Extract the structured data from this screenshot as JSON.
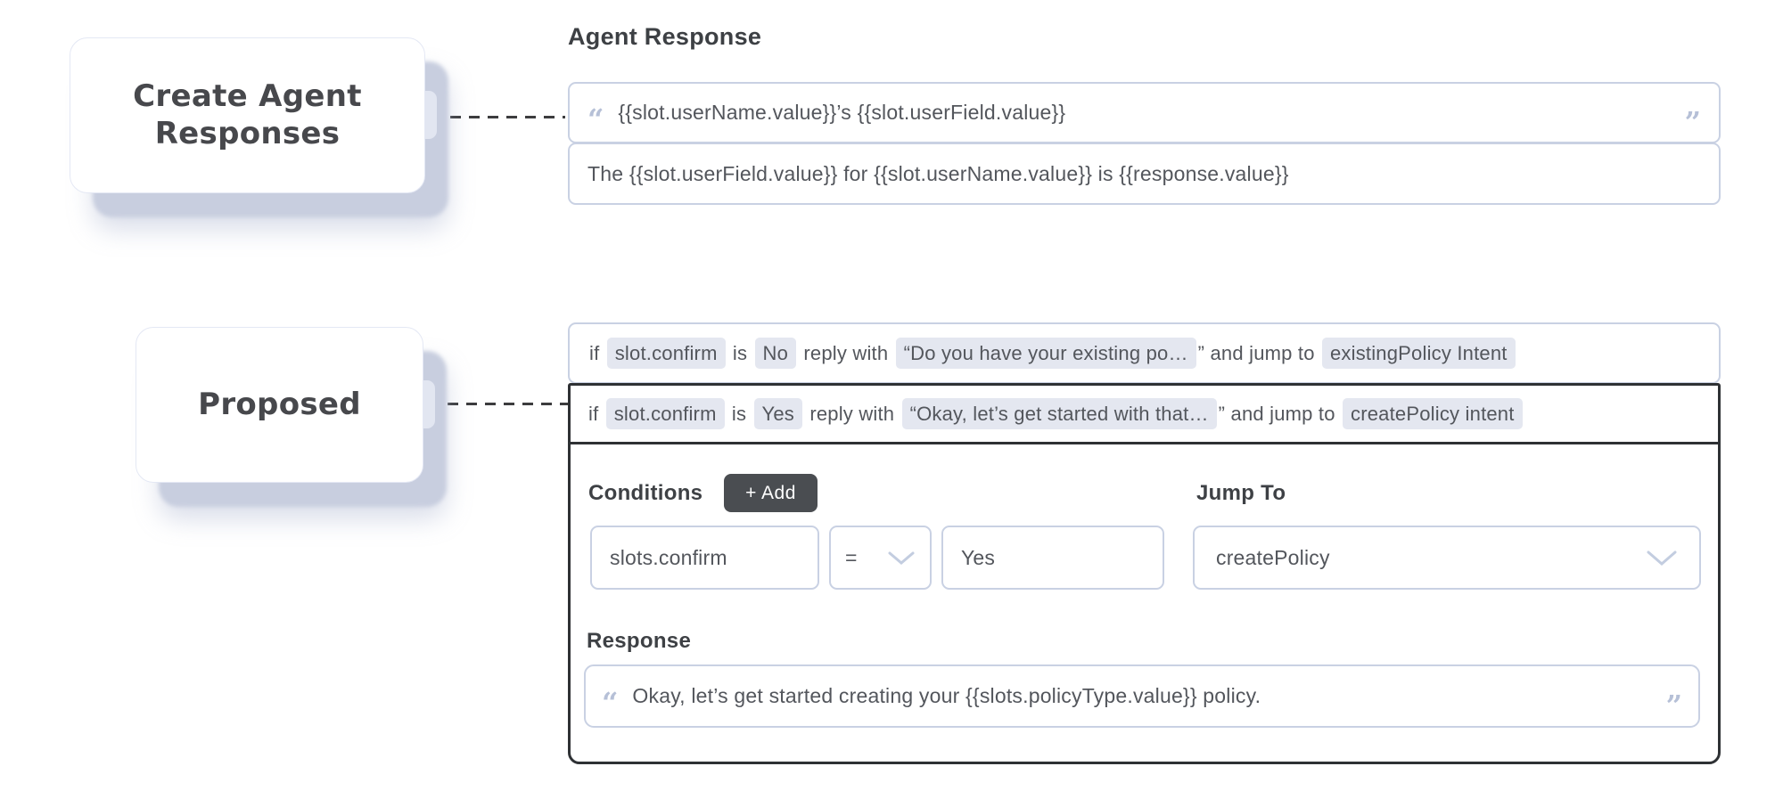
{
  "top_flow": {
    "card_title": "Create Agent Responses",
    "header": "Agent Response",
    "responses": [
      "{{slot.userName.value}}’s {{slot.userField.value}}",
      "The {{slot.userField.value}} for {{slot.userName.value}} is {{response.value}}"
    ]
  },
  "bottom_flow": {
    "card_title": "Proposed",
    "rules": [
      {
        "segments": [
          {
            "type": "text",
            "text": "if "
          },
          {
            "type": "chip",
            "text": "slot.confirm"
          },
          {
            "type": "text",
            "text": " is "
          },
          {
            "type": "chip",
            "text": "No"
          },
          {
            "type": "text",
            "text": " reply with "
          },
          {
            "type": "chip",
            "text": "“Do you have your existing po…"
          },
          {
            "type": "text",
            "text": "” and jump to "
          },
          {
            "type": "chip",
            "text": "existingPolicy Intent"
          }
        ]
      },
      {
        "segments": [
          {
            "type": "text",
            "text": "if "
          },
          {
            "type": "chip",
            "text": "slot.confirm"
          },
          {
            "type": "text",
            "text": " is "
          },
          {
            "type": "chip",
            "text": "Yes"
          },
          {
            "type": "text",
            "text": " reply with "
          },
          {
            "type": "chip",
            "text": "“Okay, let’s get started with that…"
          },
          {
            "type": "text",
            "text": "” and jump to "
          },
          {
            "type": "chip",
            "text": "createPolicy intent"
          }
        ]
      }
    ],
    "editor": {
      "conditions_label": "Conditions",
      "add_button_label": "+ Add",
      "condition": {
        "field": "slots.confirm",
        "operator": "=",
        "value": "Yes"
      },
      "jump_to_label": "Jump To",
      "jump_to_value": "createPolicy",
      "response_label": "Response",
      "response_value": "Okay, let’s get started creating your {{slots.policyType.value}} policy."
    }
  },
  "icons": {
    "open_quote": "“",
    "close_quote": "”"
  },
  "colors": {
    "chip_background": "#e4e7f0",
    "field_border": "#c9d1e3",
    "dark_border": "#2e3134",
    "add_button_background": "#4a4d51",
    "quote_icon": "#b6c0d7",
    "dashed_line": "#3c3c3e",
    "card_shadow": "#c8cedf",
    "text_body": "#53565c"
  }
}
